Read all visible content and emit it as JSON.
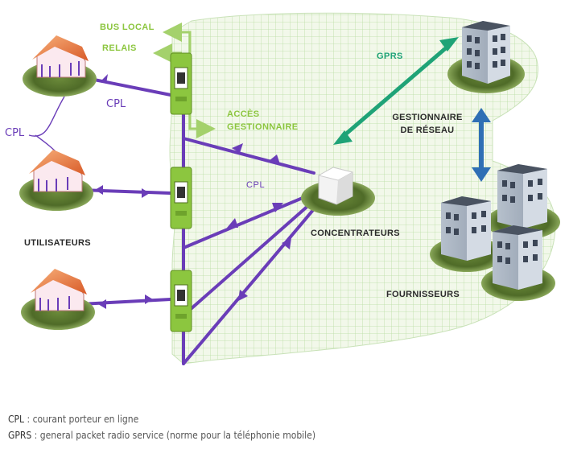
{
  "labels": {
    "bus_local": "BUS LOCAL",
    "relais": "RELAIS",
    "acces_line1": "ACCÈS",
    "acces_line2": "GESTIONNAIRE",
    "gprs": "GPRS",
    "gestionnaire_line1": "GESTIONNAIRE",
    "gestionnaire_line2": "DE RÉSEAU",
    "cpl_center": "CPL",
    "cpl_hand_top": "CPL",
    "cpl_hand_left": "CPL",
    "utilisateurs": "UTILISATEURS",
    "concentrateurs": "CONCENTRATEURS",
    "fournisseurs": "FOURNISSEURS"
  },
  "legend": [
    {
      "term": "CPL",
      "sep": " : ",
      "definition": "courant porteur en ligne"
    },
    {
      "term": "GPRS",
      "sep": " : ",
      "definition": "general packet radio service (norme pour la téléphonie mobile)"
    }
  ],
  "colors": {
    "grid_bg": "#eef6e4",
    "grid_line": "#b8dca0",
    "purple": "#6a3db8",
    "green_arrow": "#a4d16c",
    "gprs_arrow": "#1fa377",
    "blue_arrow": "#2f6fb5",
    "meter": "#8cc63f",
    "house_roof": "#e8743a"
  }
}
